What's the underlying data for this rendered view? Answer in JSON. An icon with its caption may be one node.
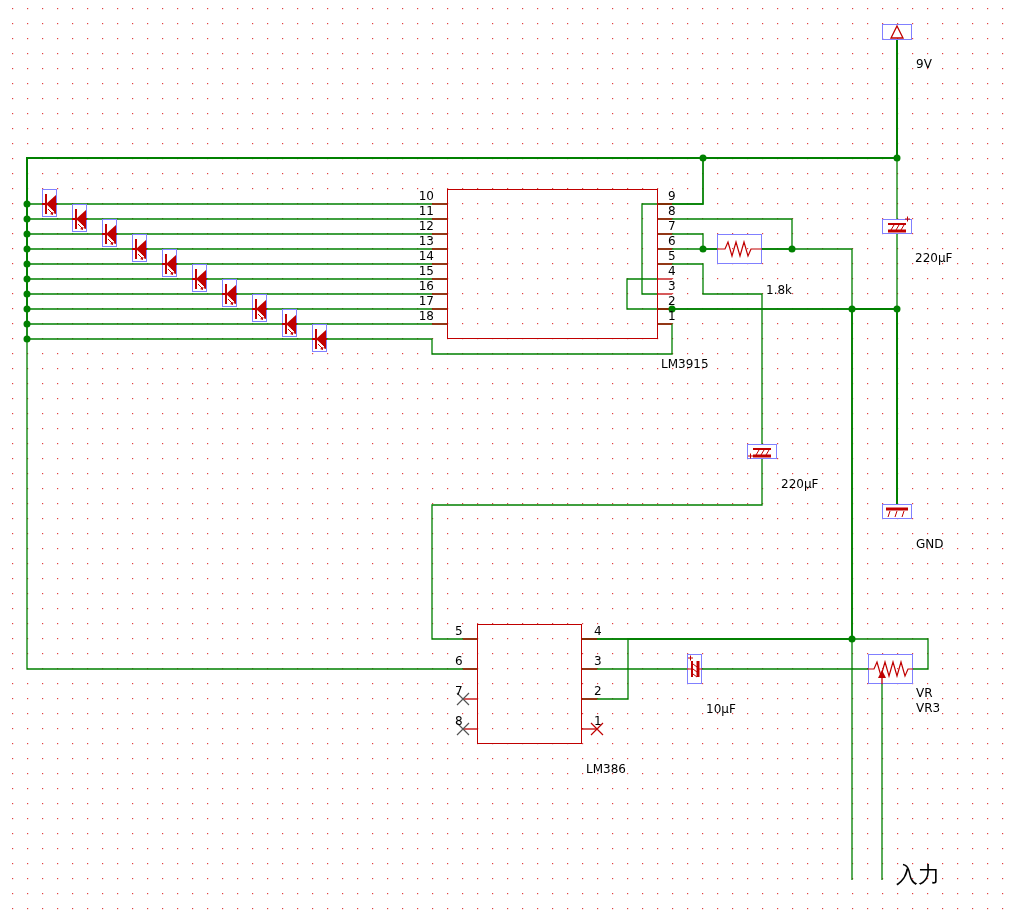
{
  "diagram": {
    "nodes": [
      {
        "text": [
          "9V"
        ]
      },
      {
        "text": [],
        "shape": "diode"
      },
      {
        "text": [],
        "shape": "diode"
      },
      {
        "text": [],
        "shape": "diode"
      },
      {
        "text": [],
        "shape": "diode"
      },
      {
        "text": [],
        "shape": "diode"
      },
      {
        "text": [],
        "shape": "diode"
      },
      {
        "text": [],
        "shape": "diode"
      },
      {
        "text": [],
        "shape": "diode"
      },
      {
        "text": [],
        "shape": "diode"
      },
      {
        "text": [],
        "shape": "diode"
      },
      {
        "text": [
          "LM3915"
        ]
      },
      {
        "text": [
          "1.8k"
        ]
      },
      {
        "text": [
          "220µF"
        ]
      },
      {
        "text": [
          "220µF"
        ]
      },
      {
        "text": [
          "GND"
        ]
      },
      {
        "text": [
          "LM386"
        ]
      },
      {
        "text": [
          "10µF"
        ]
      },
      {
        "text": [
          "VR",
          "VR3"
        ]
      }
    ],
    "edges": [
      {
        "from": 1,
        "to": 11,
        "arrow": "none"
      },
      {
        "from": 2,
        "to": 11,
        "arrow": "none"
      },
      {
        "from": 3,
        "to": 11,
        "arrow": "none"
      },
      {
        "from": 4,
        "to": 11,
        "arrow": "none"
      },
      {
        "from": 5,
        "to": 11,
        "arrow": "none"
      },
      {
        "from": 6,
        "to": 11,
        "arrow": "none"
      },
      {
        "from": 7,
        "to": 11,
        "arrow": "none"
      },
      {
        "from": 8,
        "to": 11,
        "arrow": "none"
      },
      {
        "from": 9,
        "to": 11,
        "arrow": "none"
      },
      {
        "from": 10,
        "to": 11,
        "arrow": "none"
      },
      {
        "from": 0,
        "to": 1,
        "arrow": "none"
      },
      {
        "from": 0,
        "to": 2,
        "arrow": "none"
      },
      {
        "from": 0,
        "to": 3,
        "arrow": "none"
      },
      {
        "from": 0,
        "to": 4,
        "arrow": "none"
      },
      {
        "from": 0,
        "to": 5,
        "arrow": "none"
      },
      {
        "from": 0,
        "to": 6,
        "arrow": "none"
      },
      {
        "from": 0,
        "to": 7,
        "arrow": "none"
      },
      {
        "from": 0,
        "to": 8,
        "arrow": "none"
      },
      {
        "from": 0,
        "to": 9,
        "arrow": "none"
      },
      {
        "from": 0,
        "to": 10,
        "arrow": "none"
      },
      {
        "from": 0,
        "to": 16,
        "arrow": "none"
      },
      {
        "from": 0,
        "to": 11,
        "arrow": "none"
      },
      {
        "from": 0,
        "to": 11,
        "arrow": "none"
      },
      {
        "from": 0,
        "to": 13,
        "arrow": "none"
      },
      {
        "from": 13,
        "to": 15,
        "arrow": "none"
      },
      {
        "from": 11,
        "to": 15,
        "arrow": "none"
      },
      {
        "from": 11,
        "to": 15,
        "arrow": "none"
      },
      {
        "from": 11,
        "to": 12,
        "arrow": "none"
      },
      {
        "from": 11,
        "to": 12,
        "arrow": "none"
      },
      {
        "from": 11,
        "to": 12,
        "arrow": "none"
      },
      {
        "from": 12,
        "to": 15,
        "arrow": "none"
      },
      {
        "from": 11,
        "to": 14,
        "arrow": "none"
      },
      {
        "from": 14,
        "to": 16,
        "arrow": "none"
      },
      {
        "from": 16,
        "to": 15,
        "arrow": "none"
      },
      {
        "from": 16,
        "to": 15,
        "arrow": "none"
      },
      {
        "from": 16,
        "to": 18,
        "arrow": "none"
      },
      {
        "from": 16,
        "to": 17,
        "arrow": "none"
      },
      {
        "from": 17,
        "to": 18,
        "arrow": "none"
      },
      {
        "from": 18,
        "to": null,
        "arrow": "none"
      },
      {
        "from": 15,
        "to": null,
        "arrow": "none"
      }
    ],
    "labels": [
      "10",
      "11",
      "12",
      "13",
      "14",
      "15",
      "16",
      "17",
      "18",
      "9",
      "8",
      "7",
      "6",
      "5",
      "4",
      "3",
      "2",
      "1",
      "5",
      "6",
      "7",
      "8",
      "4",
      "3",
      "2",
      "1",
      "入力"
    ]
  }
}
